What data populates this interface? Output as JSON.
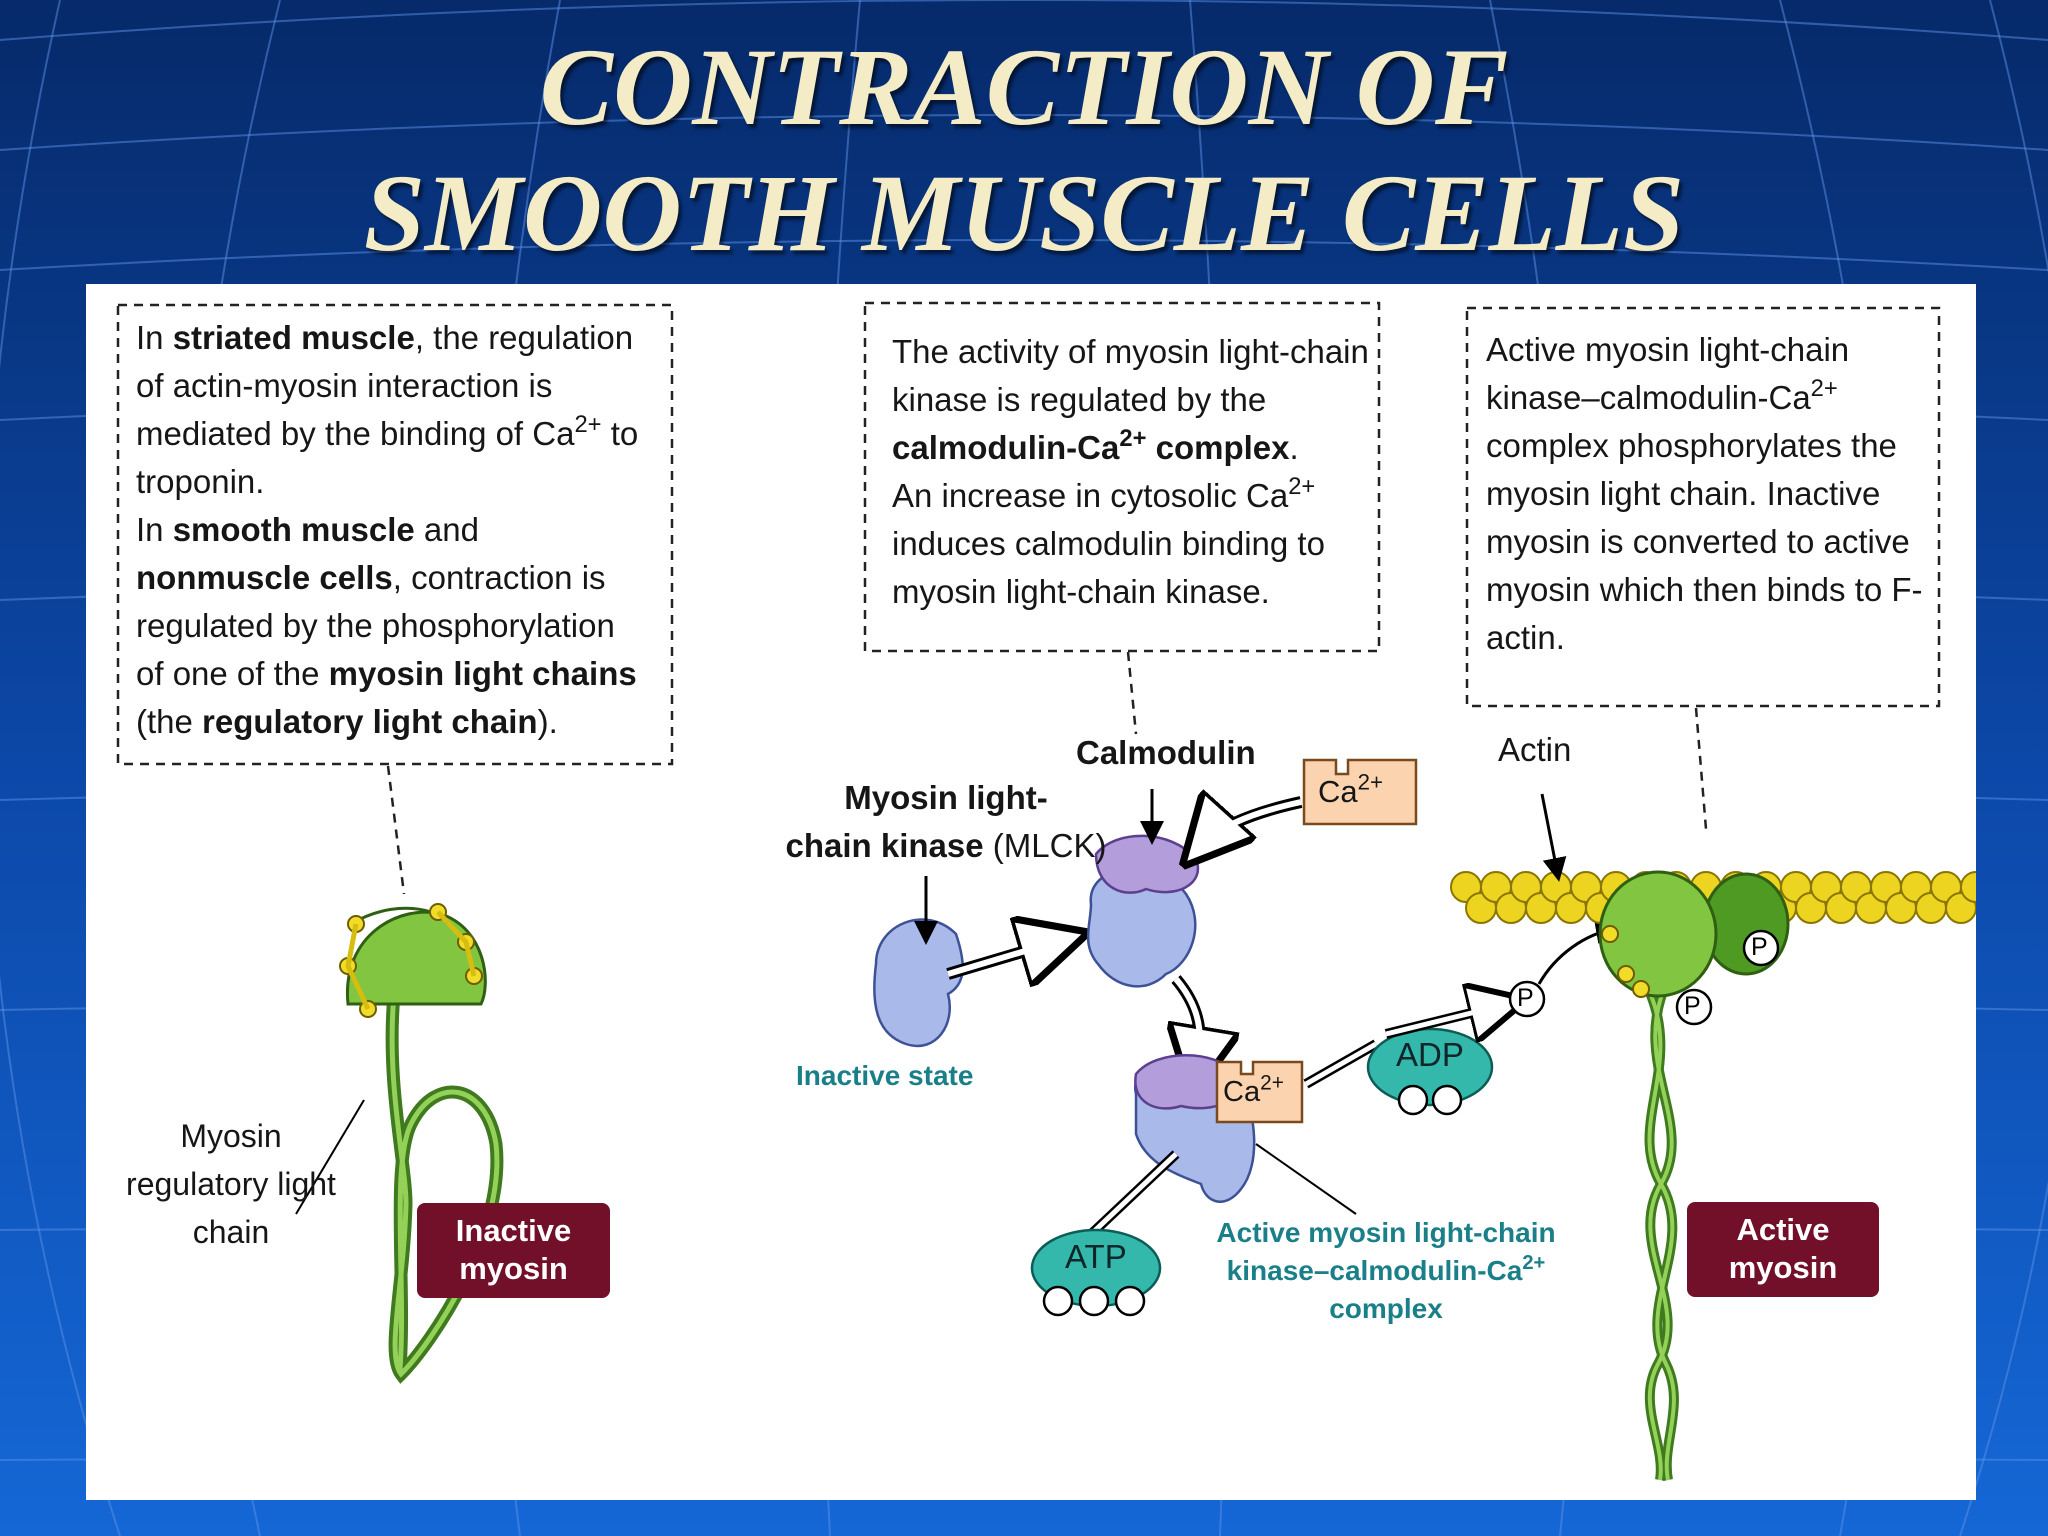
{
  "slide": {
    "title_line1": "CONTRACTION OF",
    "title_line2": "SMOOTH MUSCLE CELLS"
  },
  "colors": {
    "background_blue": "#0d4fb5",
    "title": "#f4ecc6",
    "myosin_green": "#82c540",
    "mlck_blue": "#a9b9e9",
    "calmodulin_purple": "#b39ddb",
    "ca_box": "#fbd3ae",
    "nucleotide_teal": "#35b8ac",
    "label_teal": "#1a7f88",
    "state_box": "#720f29",
    "actin_yellow": "#ecd420"
  },
  "boxes": {
    "left": {
      "l1_a": "In ",
      "l1_b": "striated muscle",
      "l1_c": ", the regulation",
      "l2": "of actin-myosin interaction is",
      "l3_a": "mediated by the binding of Ca",
      "l3_sup": "2+",
      "l3_c": " to",
      "l4": "troponin.",
      "l5_a": "In ",
      "l5_b": "smooth muscle",
      "l5_c": " and",
      "l6_b": "nonmuscle cells",
      "l6_c": ", contraction is",
      "l7": "regulated by  the phosphorylation",
      "l8_a": "of one of the ",
      "l8_b": "myosin light chains",
      "l9_a": "(the ",
      "l9_b": "regulatory light chain",
      "l9_c": ")."
    },
    "middle": {
      "l1": "The activity of myosin light-chain",
      "l2": "kinase is regulated by the",
      "l3_b": "calmodulin-Ca",
      "l3_sup": "2+",
      "l3_b2": " complex",
      "l3_c": ".",
      "l4_a": "An increase in cytosolic Ca",
      "l4_sup": "2+",
      "l5": "induces calmodulin binding to",
      "l6": "myosin light-chain kinase."
    },
    "right": {
      "l1": "Active myosin light-chain",
      "l2_a": "kinase–calmodulin-Ca",
      "l2_sup": "2+",
      "l3": "complex phosphorylates the",
      "l4": "myosin light chain.  Inactive",
      "l5": "myosin is converted to active",
      "l6": "myosin which then binds to F-",
      "l7": "actin."
    }
  },
  "labels": {
    "myosin_regulatory_light_chain": [
      "Myosin",
      "regulatory light",
      "chain"
    ],
    "inactive_myosin": [
      "Inactive",
      "myosin"
    ],
    "active_myosin": [
      "Active",
      "myosin"
    ],
    "calmodulin": "Calmodulin",
    "mlck_line1": "Myosin light-",
    "mlck_line2_b": "chain kinase",
    "mlck_line2_c": " (MLCK)",
    "ca": "Ca",
    "ca_sup": "2+",
    "inactive_state": "Inactive state",
    "active_complex_l1": "Active myosin light-chain",
    "active_complex_l2": "kinase–calmodulin-Ca",
    "active_complex_l2_sup": "2+",
    "active_complex_l3": "complex",
    "adp": "ADP",
    "atp": "ATP",
    "phosphate": "P",
    "actin": "Actin"
  }
}
